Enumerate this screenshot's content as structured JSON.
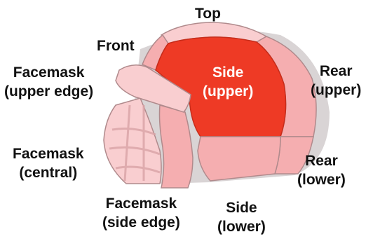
{
  "colors": {
    "highlight": "#ee3a25",
    "highlight_edge": "#c72c1a",
    "zone_fill": "#f5aeb0",
    "zone_fill_light": "#f9ced0",
    "zone_edge": "#b08a8c",
    "helmet_shadow": "#b9b1b2"
  },
  "labels": {
    "top": "Top",
    "front": "Front",
    "facemask_upper": [
      "Facemask",
      "(upper edge)"
    ],
    "side_upper": [
      "Side",
      "(upper)"
    ],
    "rear_upper": [
      "Rear",
      "(upper)"
    ],
    "facemask_central": [
      "Facemask",
      "(central)"
    ],
    "rear_lower": [
      "Rear",
      "(lower)"
    ],
    "facemask_side": [
      "Facemask",
      "(side edge)"
    ],
    "side_lower": [
      "Side",
      "(lower)"
    ]
  },
  "highlighted_zone": "side-upper"
}
